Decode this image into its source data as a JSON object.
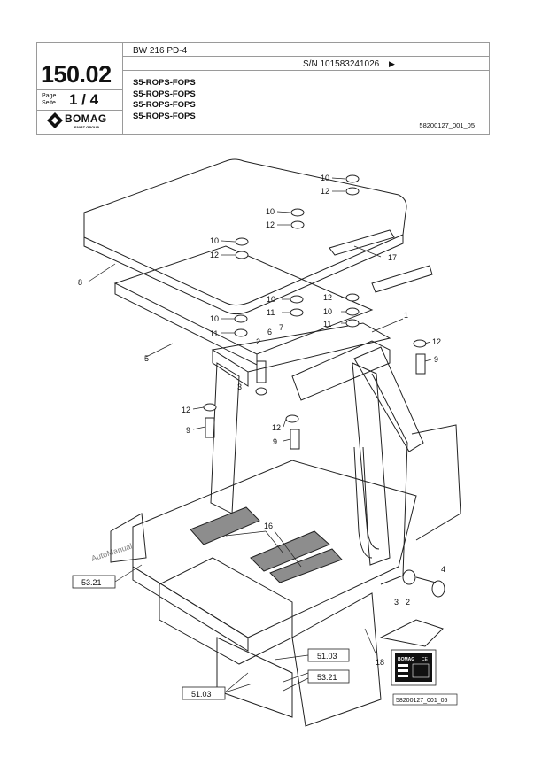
{
  "header": {
    "model": "BW 216 PD-4",
    "serial": "S/N 101583241026",
    "serial_arrow": "▶",
    "page_number": "150.02",
    "page_label": "Page",
    "seite_label": "Seite",
    "page_value": "1 / 4",
    "brand": "BOMAG",
    "brand_sub": "FAYAT GROUP",
    "titles": [
      "S5-ROPS-FOPS",
      "S5-ROPS-FOPS",
      "S5-ROPS-FOPS",
      "S5-ROPS-FOPS"
    ],
    "doc_ref": "58200127_001_05"
  },
  "drawing": {
    "callouts": {
      "c1": "1",
      "c2a": "2",
      "c2b": "2",
      "c3a": "3",
      "c3b": "3",
      "c4": "4",
      "c5": "5",
      "c6": "6",
      "c7": "7",
      "c8": "8",
      "c9a": "9",
      "c9b": "9",
      "c9c": "9",
      "c10a": "10",
      "c10b": "10",
      "c10c": "10",
      "c10d": "10",
      "c10e": "10",
      "c10f": "10",
      "c11a": "11",
      "c11b": "11",
      "c11c": "11",
      "c12a": "12",
      "c12b": "12",
      "c12c": "12",
      "c12d": "12",
      "c12e": "12",
      "c12f": "12",
      "c12g": "12",
      "c16": "16",
      "c17": "17",
      "c18": "18"
    },
    "box_labels": {
      "ref_5321a": "53.21",
      "ref_5103a": "51.03",
      "ref_5321b": "53.21",
      "ref_5103b": "51.03",
      "plate_ref": "58200127_001_05"
    },
    "plate_brand": "BOMAG",
    "plate_ce": "CE",
    "watermark": "AutoManual"
  }
}
